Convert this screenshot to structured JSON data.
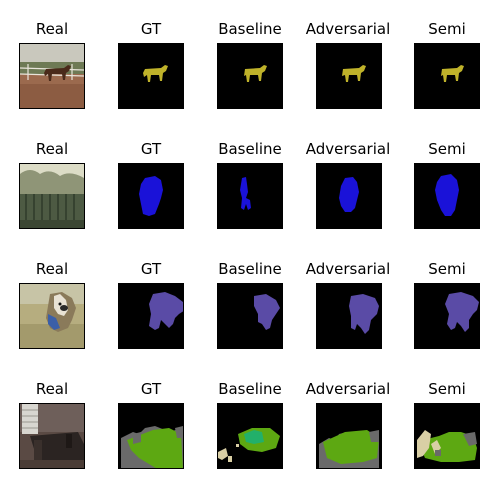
{
  "columns": [
    "Real",
    "GT",
    "Baseline",
    "Adversarial",
    "Semi"
  ],
  "rows": [
    {
      "real_scene": "horse-field",
      "class_color": "#bfb22a",
      "segmentation": "horse"
    },
    {
      "real_scene": "person-garden",
      "class_color": "#1a12d8",
      "segmentation": "person"
    },
    {
      "real_scene": "dog-grass",
      "class_color": "#5a4ba6",
      "segmentation": "dog"
    },
    {
      "real_scene": "dining-room",
      "class_colors": [
        "#5da812",
        "#6a6a6a",
        "#d9cfa5",
        "#22b06a"
      ],
      "segmentation": "dining-table-chairs"
    }
  ],
  "colors": {
    "background": "#000000",
    "horse": "#bfb22a",
    "person": "#1a12d8",
    "dog": "#5a4ba6",
    "table": "#5da812",
    "chair": "#6a6a6a"
  }
}
